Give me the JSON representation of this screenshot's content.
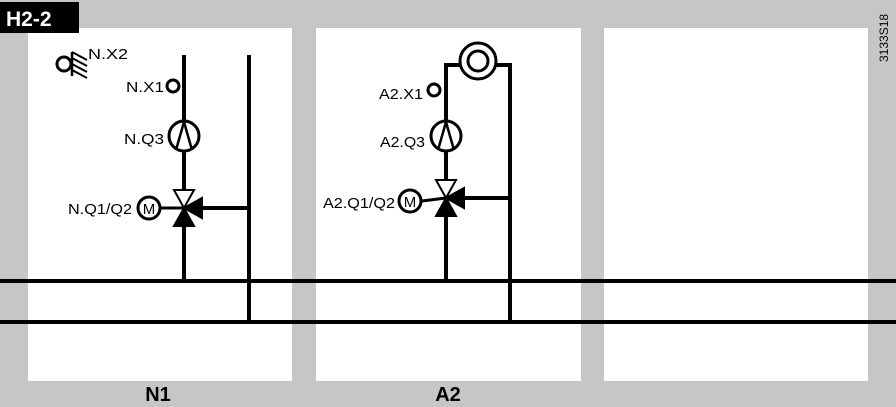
{
  "title": "H2-2",
  "figure_code": "3133S18",
  "zones": [
    {
      "name": "N1",
      "labels": {
        "sensor_outdoor": "N.X2",
        "sensor_flow": "N.X1",
        "pump": "N.Q3",
        "valve": "N.Q1/Q2"
      }
    },
    {
      "name": "A2",
      "labels": {
        "sensor_flow": "A2.X1",
        "pump": "A2.Q3",
        "valve": "A2.Q1/Q2"
      }
    },
    {
      "name": ""
    }
  ],
  "symbols": {
    "motor": "M"
  },
  "colors": {
    "background": "#c6c6c6",
    "panel": "#ffffff",
    "line": "#000000",
    "title_bg": "#000000",
    "title_fg": "#ffffff"
  }
}
